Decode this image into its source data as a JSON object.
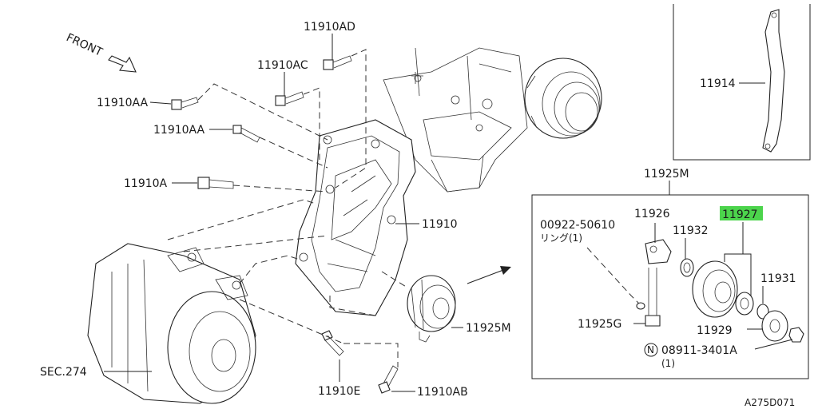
{
  "front_label": "FRONT",
  "parts": {
    "p11910AD": "11910AD",
    "p11910AC": "11910AC",
    "p11910AA_1": "11910AA",
    "p11910AA_2": "11910AA",
    "p11910A": "11910A",
    "p11910": "11910",
    "p11914": "11914",
    "p11925M_top": "11925M",
    "p11925M_side": "11925M",
    "p11910E": "11910E",
    "p11910AB": "11910AB",
    "sec274": "SEC.274"
  },
  "detail": {
    "ring_code": "00922-50610",
    "ring_note": "リング(1)",
    "p11926": "11926",
    "p11932": "11932",
    "p11927": "11927",
    "p11931": "11931",
    "p11925G": "11925G",
    "p11929": "11929",
    "nut_symbol": "N",
    "nut_code": "08911-3401A",
    "nut_qty": "(1)",
    "highlight_color": "#4cd44c"
  },
  "diagram_code": "A275D071"
}
